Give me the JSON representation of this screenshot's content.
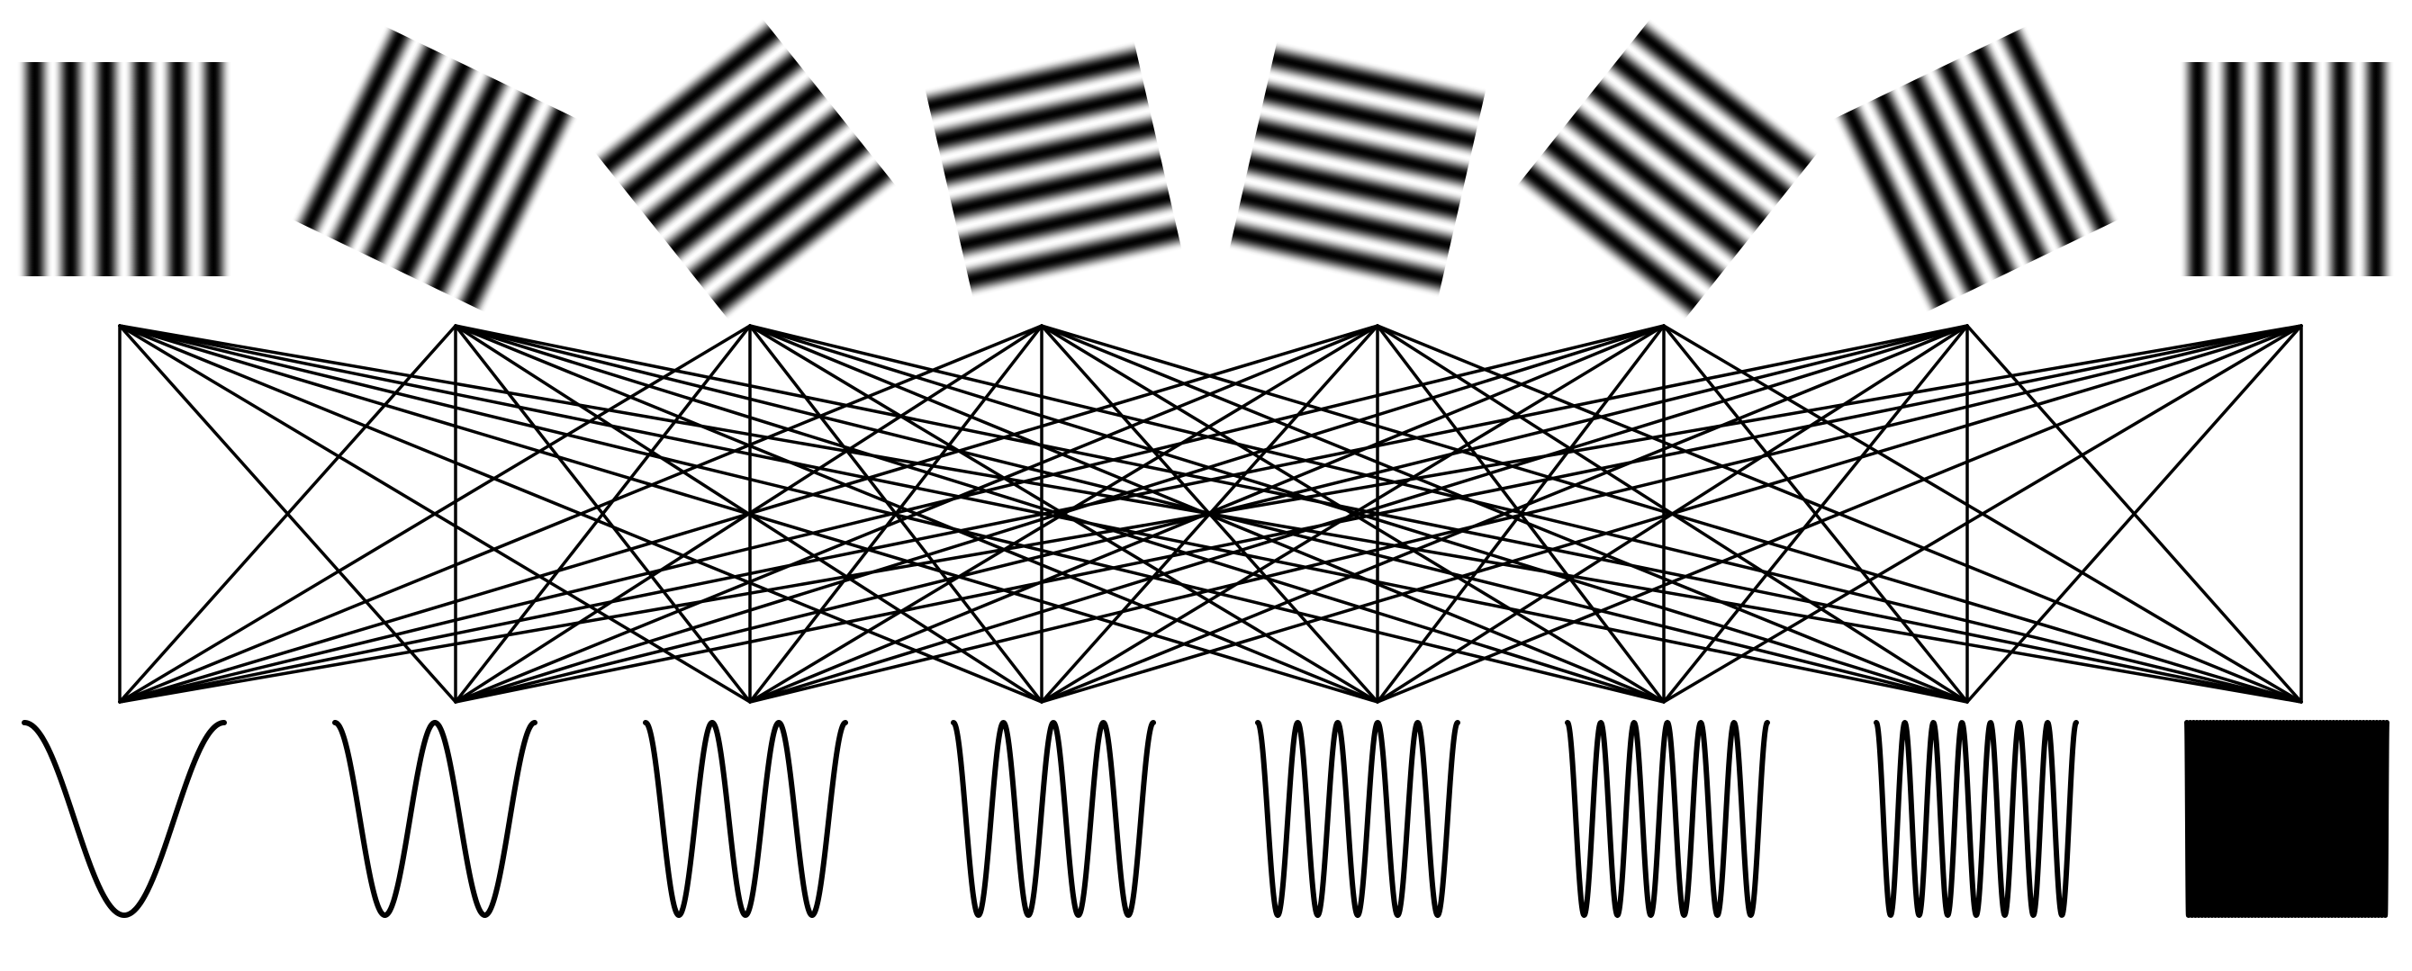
{
  "diagram": {
    "stroke_color": "#000000",
    "background_color": "#ffffff",
    "gratings": [
      {
        "orientation_deg": 0,
        "stripe_cycles": 6
      },
      {
        "orientation_deg": 25.7,
        "stripe_cycles": 6
      },
      {
        "orientation_deg": 51.4,
        "stripe_cycles": 6
      },
      {
        "orientation_deg": 77.1,
        "stripe_cycles": 6
      },
      {
        "orientation_deg": 102.9,
        "stripe_cycles": 6
      },
      {
        "orientation_deg": 128.6,
        "stripe_cycles": 6
      },
      {
        "orientation_deg": 154.3,
        "stripe_cycles": 6
      },
      {
        "orientation_deg": 180,
        "stripe_cycles": 6
      }
    ],
    "waves": [
      {
        "cycles": 1
      },
      {
        "cycles": 2
      },
      {
        "cycles": 3
      },
      {
        "cycles": 4
      },
      {
        "cycles": 5
      },
      {
        "cycles": 6
      },
      {
        "cycles": 7
      },
      {
        "cycles": 60
      }
    ],
    "connectivity": "all-to-all"
  }
}
